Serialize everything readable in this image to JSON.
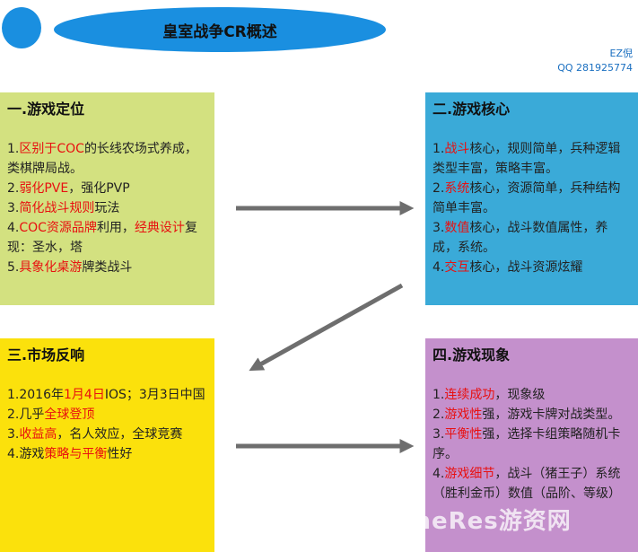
{
  "header": {
    "title": "皇室战争CR概述",
    "author": "EZ倪",
    "qq": "QQ 281925774"
  },
  "boxes": {
    "positioning": {
      "title": "一.游戏定位",
      "lines": [
        [
          {
            "t": "1."
          },
          {
            "t": "区别于COC",
            "hl": true
          },
          {
            "t": "的长线农场式养成，类棋牌局战。"
          }
        ],
        [
          {
            "t": "2."
          },
          {
            "t": "弱化PVE",
            "hl": true
          },
          {
            "t": "，强化PVP"
          }
        ],
        [
          {
            "t": "3."
          },
          {
            "t": "简化战斗规则",
            "hl": true
          },
          {
            "t": "玩法"
          }
        ],
        [
          {
            "t": "4."
          },
          {
            "t": "COC资源品牌",
            "hl": true
          },
          {
            "t": "利用，"
          },
          {
            "t": "经典设计",
            "hl": true
          },
          {
            "t": "复现：圣水，塔"
          }
        ],
        [
          {
            "t": "5."
          },
          {
            "t": "具象化桌游",
            "hl": true
          },
          {
            "t": "牌类战斗"
          }
        ]
      ]
    },
    "core": {
      "title": "二.游戏核心",
      "lines": [
        [
          {
            "t": "1."
          },
          {
            "t": "战斗",
            "hl": true
          },
          {
            "t": "核心，规则简单，兵种逻辑类型丰富，策略丰富。"
          }
        ],
        [
          {
            "t": "2."
          },
          {
            "t": "系统",
            "hl": true
          },
          {
            "t": "核心，资源简单，兵种结构简单丰富。"
          }
        ],
        [
          {
            "t": "3."
          },
          {
            "t": "数值",
            "hl": true
          },
          {
            "t": "核心，战斗数值属性，养成，系统。"
          }
        ],
        [
          {
            "t": "4."
          },
          {
            "t": "交互",
            "hl": true
          },
          {
            "t": "核心，战斗资源炫耀"
          }
        ]
      ]
    },
    "market": {
      "title": "三.市场反响",
      "lines": [
        [
          {
            "t": "1.2016年"
          },
          {
            "t": "1月4日",
            "hl": true
          },
          {
            "t": "IOS；3月3日中国"
          }
        ],
        [
          {
            "t": "2.几乎"
          },
          {
            "t": "全球登顶",
            "hl": true
          }
        ],
        [
          {
            "t": "3."
          },
          {
            "t": "收益高",
            "hl": true
          },
          {
            "t": "，名人效应，全球竞赛"
          }
        ],
        [
          {
            "t": "4.游戏"
          },
          {
            "t": "策略与平衡",
            "hl": true
          },
          {
            "t": "性好"
          }
        ]
      ]
    },
    "phenomenon": {
      "title": "四.游戏现象",
      "lines": [
        [
          {
            "t": "1."
          },
          {
            "t": "连续成功",
            "hl": true
          },
          {
            "t": "，现象级"
          }
        ],
        [
          {
            "t": "2."
          },
          {
            "t": "游戏性",
            "hl": true
          },
          {
            "t": "强，游戏卡牌对战类型。"
          }
        ],
        [
          {
            "t": "3."
          },
          {
            "t": "平衡性",
            "hl": true
          },
          {
            "t": "强，选择卡组策略随机卡序。"
          }
        ],
        [
          {
            "t": "4."
          },
          {
            "t": "游戏细节",
            "hl": true
          },
          {
            "t": "，战斗（猪王子）系统（胜利金币）数值（品阶、等级）"
          }
        ]
      ]
    }
  },
  "watermark": "GameRes游资网",
  "colors": {
    "accent_blue": "#1a8fe0",
    "box1": "#d3e180",
    "box2": "#3aaad8",
    "box3": "#fbe10c",
    "box4": "#c490cc",
    "highlight": "#e81010",
    "arrow": "#6e6e6e"
  }
}
